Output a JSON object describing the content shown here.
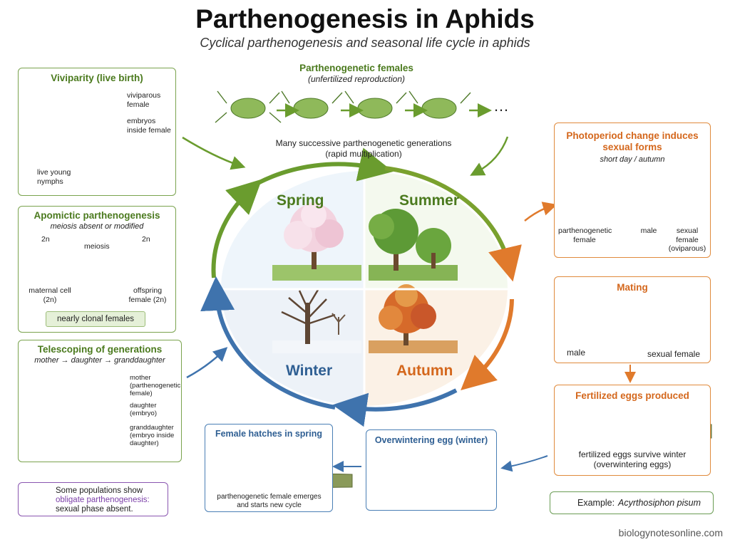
{
  "header": {
    "title": "Parthenogenesis in Aphids",
    "subtitle": "Cyclical parthenogenesis and seasonal life cycle in aphids"
  },
  "top": {
    "title": "Parthenogenetic females",
    "subtitle": "(unfertilized reproduction)",
    "ellipsis": "…",
    "caption_1": "Many successive parthenogenetic generations",
    "caption_2": "(rapid multiplication)"
  },
  "vivip": {
    "title": "Viviparity (live birth)",
    "label_female": "viviparous female",
    "label_embryos": "embryos inside female",
    "label_nymphs": "live young nymphs"
  },
  "apomictic": {
    "title": "Apomictic parthenogenesis",
    "subtitle": "meiosis absent or modified",
    "ploidy_left": "2n",
    "ploidy_right": "2n",
    "meiosis": "meiosis",
    "maternal": "maternal cell (2n)",
    "offspring": "offspring female (2n)",
    "badge": "nearly clonal females"
  },
  "telescoping": {
    "title": "Telescoping of generations",
    "subtitle": "mother → daughter → granddaughter",
    "mother": "mother (parthenogenetic female)",
    "daughter": "daughter (embryo)",
    "granddaughter": "granddaughter (embryo inside daughter)"
  },
  "obligate": {
    "line1": "Some populations show",
    "line2": "obligate parthenogenesis:",
    "line3": "sexual phase absent."
  },
  "seasons": {
    "spring": "Spring",
    "summer": "Summer",
    "winter": "Winter",
    "autumn": "Autumn"
  },
  "photoperiod": {
    "title": "Photoperiod change induces sexual forms",
    "subtitle": "short day / autumn",
    "label_parth": "parthenogenetic female",
    "label_male": "male",
    "label_sexual": "sexual female (oviparous)"
  },
  "mating": {
    "title": "Mating",
    "label_male": "male",
    "label_female": "sexual female"
  },
  "eggs": {
    "title": "Fertilized eggs produced",
    "caption": "fertilized eggs survive winter (overwintering eggs)"
  },
  "overwinter": {
    "title": "Overwintering egg (winter)"
  },
  "hatch": {
    "title": "Female hatches in spring",
    "caption": "parthenogenetic female emerges and starts new cycle"
  },
  "example": {
    "label": "Example:",
    "species": "Acyrthosiphon pisum"
  },
  "footer": {
    "source": "biologynotesonline.com"
  },
  "colors": {
    "green": "#6a9c2e",
    "orange": "#e07a2c",
    "blue": "#3f73ad",
    "purple": "#7b3fa8"
  }
}
